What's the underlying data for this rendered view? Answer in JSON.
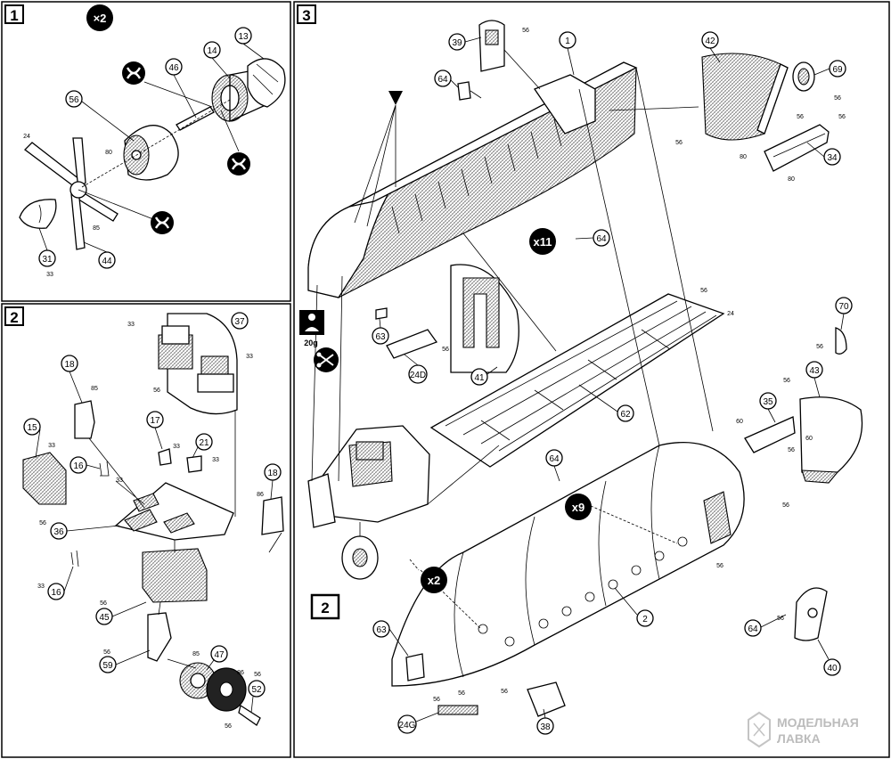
{
  "steps": [
    {
      "number": "1",
      "multiplier": "×2"
    },
    {
      "number": "2"
    },
    {
      "number": "3"
    }
  ],
  "step1": {
    "callouts": [
      "13",
      "14",
      "46",
      "56",
      "31",
      "44"
    ],
    "codes": [
      "24",
      "80",
      "85",
      "33"
    ]
  },
  "step2": {
    "callouts": [
      "37",
      "18",
      "15",
      "16",
      "17",
      "21",
      "36",
      "18",
      "16",
      "45",
      "59",
      "47",
      "52"
    ],
    "codes": [
      "33",
      "33",
      "56",
      "85",
      "33",
      "33",
      "33",
      "33",
      "56",
      "86",
      "33",
      "56",
      "56",
      "85",
      "86",
      "56",
      "56"
    ]
  },
  "step3": {
    "callouts": [
      "39",
      "1",
      "42",
      "69",
      "64",
      "34",
      "64",
      "63",
      "24D",
      "41",
      "62",
      "70",
      "43",
      "35",
      "64",
      "40",
      "64",
      "2",
      "63",
      "24G",
      "38"
    ],
    "codes": [
      "56",
      "56",
      "56",
      "56",
      "56",
      "80",
      "80",
      "56",
      "24",
      "56",
      "56",
      "56",
      "56",
      "60",
      "60",
      "56",
      "56",
      "56",
      "56",
      "56",
      "56"
    ],
    "multipliers": [
      "x11",
      "x9",
      "x2"
    ],
    "subassembly_ref": "2",
    "glue_amount": "20g"
  },
  "watermark": {
    "line1": "МОДЕЛЬНАЯ",
    "line2": "ЛАВКА"
  }
}
